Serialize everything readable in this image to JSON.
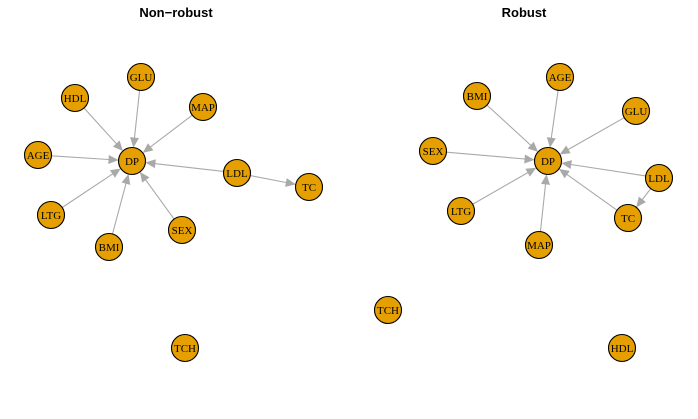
{
  "panels": [
    {
      "id": "non-robust",
      "title": "Non−robust",
      "nodes": [
        {
          "id": "DP",
          "label": "DP"
        },
        {
          "id": "GLU",
          "label": "GLU"
        },
        {
          "id": "HDL",
          "label": "HDL"
        },
        {
          "id": "MAP",
          "label": "MAP"
        },
        {
          "id": "AGE",
          "label": "AGE"
        },
        {
          "id": "LDL",
          "label": "LDL"
        },
        {
          "id": "TC",
          "label": "TC"
        },
        {
          "id": "LTG",
          "label": "LTG"
        },
        {
          "id": "SEX",
          "label": "SEX"
        },
        {
          "id": "BMI",
          "label": "BMI"
        },
        {
          "id": "TCH",
          "label": "TCH"
        }
      ],
      "edges": [
        {
          "from": "GLU",
          "to": "DP"
        },
        {
          "from": "HDL",
          "to": "DP"
        },
        {
          "from": "MAP",
          "to": "DP"
        },
        {
          "from": "AGE",
          "to": "DP"
        },
        {
          "from": "LDL",
          "to": "DP"
        },
        {
          "from": "LTG",
          "to": "DP"
        },
        {
          "from": "SEX",
          "to": "DP"
        },
        {
          "from": "BMI",
          "to": "DP"
        },
        {
          "from": "LDL",
          "to": "TC"
        }
      ]
    },
    {
      "id": "robust",
      "title": "Robust",
      "nodes": [
        {
          "id": "DP",
          "label": "DP"
        },
        {
          "id": "AGE",
          "label": "AGE"
        },
        {
          "id": "BMI",
          "label": "BMI"
        },
        {
          "id": "GLU",
          "label": "GLU"
        },
        {
          "id": "SEX",
          "label": "SEX"
        },
        {
          "id": "LDL",
          "label": "LDL"
        },
        {
          "id": "LTG",
          "label": "LTG"
        },
        {
          "id": "TC",
          "label": "TC"
        },
        {
          "id": "MAP",
          "label": "MAP"
        },
        {
          "id": "TCH",
          "label": "TCH"
        },
        {
          "id": "HDL",
          "label": "HDL"
        }
      ],
      "edges": [
        {
          "from": "AGE",
          "to": "DP"
        },
        {
          "from": "BMI",
          "to": "DP"
        },
        {
          "from": "GLU",
          "to": "DP"
        },
        {
          "from": "SEX",
          "to": "DP"
        },
        {
          "from": "LDL",
          "to": "DP"
        },
        {
          "from": "LTG",
          "to": "DP"
        },
        {
          "from": "TC",
          "to": "DP"
        },
        {
          "from": "MAP",
          "to": "DP"
        },
        {
          "from": "LDL",
          "to": "TC"
        }
      ]
    }
  ],
  "colors": {
    "node_fill": "#E69F00",
    "node_stroke": "#000000",
    "edge": "#a9a9a9"
  }
}
